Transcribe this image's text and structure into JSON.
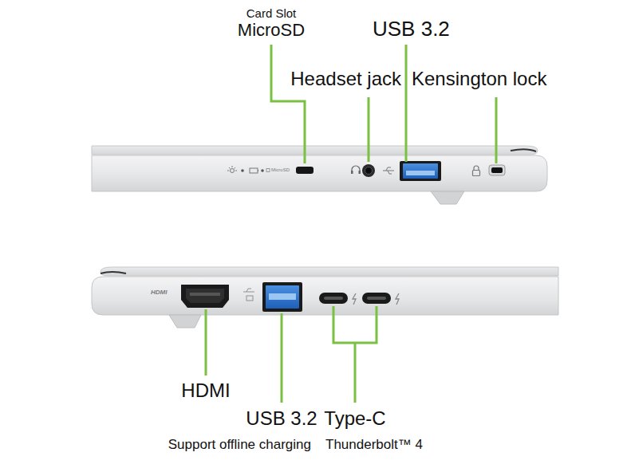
{
  "diagram": {
    "labels": [
      "Card Slot",
      "MicroSD",
      "USB 3.2",
      "Headset jack",
      "Kensington lock",
      "MicroSD",
      "HDMI",
      "HDMI",
      "USB 3.2",
      "Support offline charging",
      "Type-C",
      "Thunderbolt™ 4"
    ]
  }
}
